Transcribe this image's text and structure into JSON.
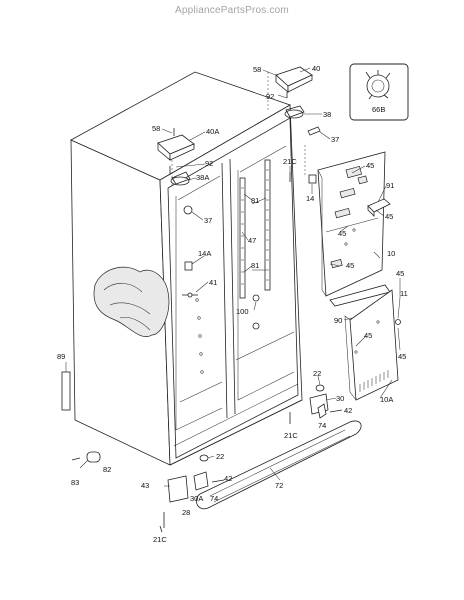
{
  "watermark": "AppliancePartsPros.com",
  "part_labels": {
    "l58a": "58",
    "l40": "40",
    "l66b": "66B",
    "l92a": "92",
    "l38": "38",
    "l37b": "37",
    "l58b": "58",
    "l40a": "40A",
    "l92b": "92",
    "l38a": "38A",
    "l21c_a": "21C",
    "l45a": "45",
    "l14": "14",
    "l91": "91",
    "l37a": "37",
    "l81a": "81",
    "l45b": "45",
    "l47": "47",
    "l45c": "45",
    "l10": "10",
    "l14a": "14A",
    "l45d": "45",
    "l81b": "81",
    "l41": "41",
    "l45e": "45",
    "l11": "11",
    "l90": "90",
    "l100": "100",
    "l45f": "45",
    "l45g": "45",
    "l89": "89",
    "l22a": "22",
    "l30": "30",
    "l10a": "10A",
    "l42a": "42",
    "l74a": "74",
    "l21c_b": "21C",
    "l82": "82",
    "l22b": "22",
    "l43": "43",
    "l42b": "42",
    "l72": "72",
    "l83": "83",
    "l30a": "30A",
    "l74b": "74",
    "l28": "28",
    "l21c_c": "21C"
  }
}
